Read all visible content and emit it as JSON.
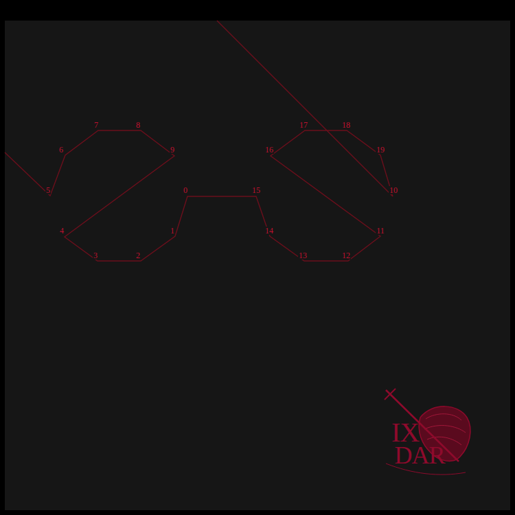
{
  "diagram": {
    "labels": [
      "0",
      "1",
      "2",
      "3",
      "4",
      "5",
      "6",
      "7",
      "8",
      "9",
      "10",
      "11",
      "12",
      "13",
      "14",
      "15",
      "16",
      "17",
      "18",
      "19",
      "IX",
      "DAR"
    ]
  }
}
